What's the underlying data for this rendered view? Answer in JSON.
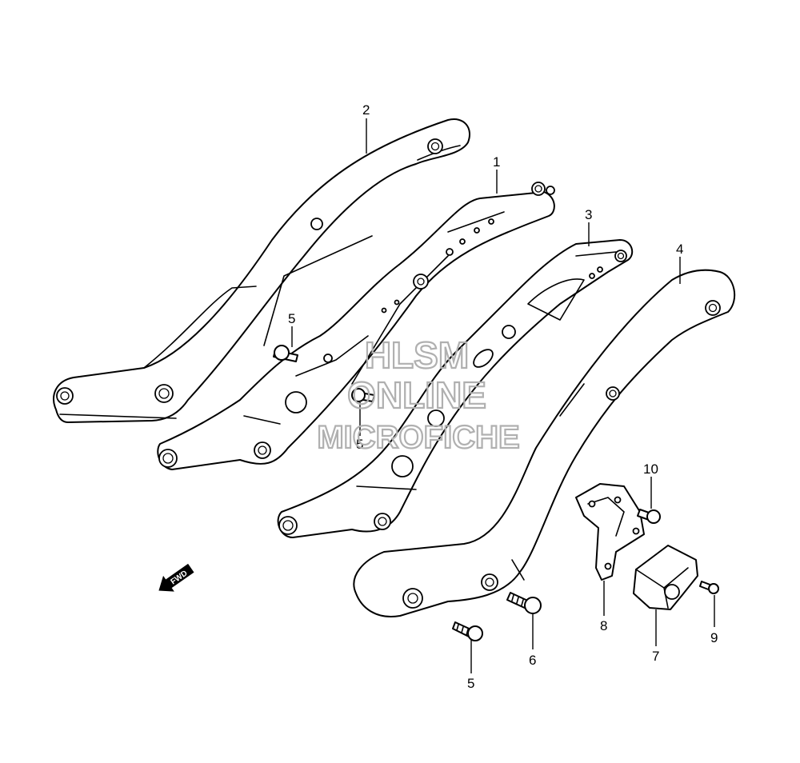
{
  "diagram": {
    "callouts": {
      "c1": "1",
      "c2": "2",
      "c3": "3",
      "c4": "4",
      "c5a": "5",
      "c5b": "5",
      "c5c": "5",
      "c6": "6",
      "c7": "7",
      "c8": "8",
      "c9": "9",
      "c10": "10"
    },
    "direction_marker": "FWD"
  },
  "watermark": {
    "line1": "HLSM",
    "line2": "ONLINE",
    "line3": "MICROFICHE",
    "color": "#b0b0b0"
  },
  "colors": {
    "line": "#000000",
    "background": "#ffffff"
  }
}
